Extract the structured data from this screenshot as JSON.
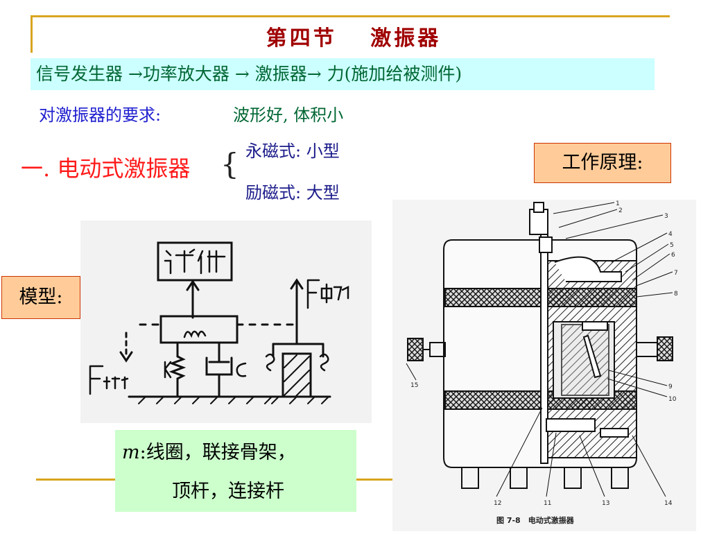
{
  "title": "第四节　 激振器",
  "chain": "信号发生器 →功率放大器 → 激振器→ 力(施加给被测件)",
  "requirement": {
    "label": "对激振器的要求:",
    "value": "波形好, 体积小"
  },
  "section": {
    "heading": "一. 电动式激振器",
    "brace": "{",
    "types": [
      {
        "label": "永磁式: 小型"
      },
      {
        "label": "励磁式: 大型"
      }
    ]
  },
  "principle_label": "工作原理:",
  "model_label": "模型:",
  "model_sketch": {
    "labels_hand_drawn": [
      "试件",
      "m",
      "F电动",
      "K",
      "C",
      "F惯性"
    ]
  },
  "caption": {
    "m_symbol": "m",
    "line1_rest": ":线圈，联接骨架，",
    "line2": "顶杆，连接杆"
  },
  "figure": {
    "caption": "图 7-8　电动式激振器",
    "callouts": [
      "1",
      "2",
      "3",
      "4",
      "5",
      "6",
      "7",
      "8",
      "9",
      "10",
      "11",
      "12",
      "13",
      "14",
      "15"
    ]
  },
  "colors": {
    "title": "#a00000",
    "chain_bg": "#ccffff",
    "chain_text": "#006633",
    "section": "#ff1a1a",
    "badge_bg": "#ffcc99",
    "caption_bg": "#ccffcc",
    "rule": "#d9a520"
  }
}
